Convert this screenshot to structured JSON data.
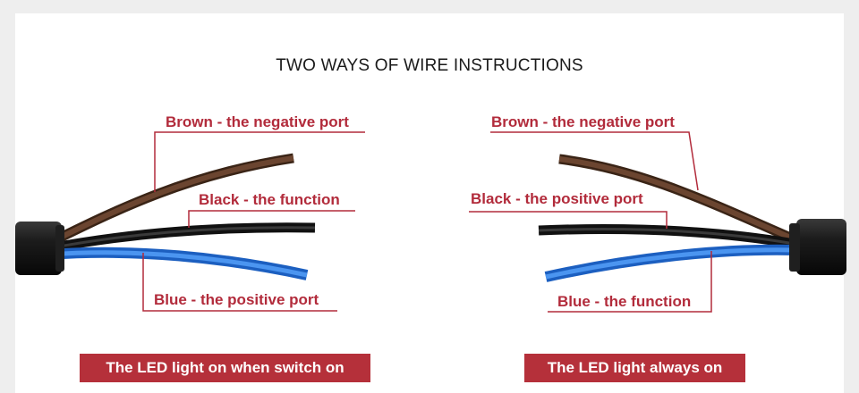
{
  "title": "TWO WAYS OF WIRE INSTRUCTIONS",
  "colors": {
    "label_red": "#b22b3b",
    "banner_red": "#b5303a",
    "brown_wire": "#5b3a26",
    "black_wire": "#1b1b1b",
    "blue_wire": "#2f7be0",
    "sheath": "#141414"
  },
  "left_diagram": {
    "brown_label": "Brown - the negative port",
    "black_label": "Black - the function",
    "blue_label": "Blue -  the positive port",
    "banner": "The LED light on when switch on"
  },
  "right_diagram": {
    "brown_label": "Brown - the negative port",
    "black_label": "Black -  the positive port",
    "blue_label": "Blue - the function",
    "banner": "The LED light always on"
  }
}
